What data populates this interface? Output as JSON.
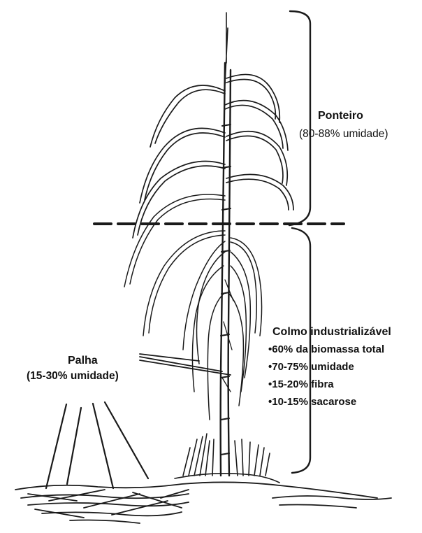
{
  "diagram": {
    "ponteiro": {
      "title": "Ponteiro",
      "subtitle": "(80-88% umidade)"
    },
    "colmo": {
      "title": "Colmo industrializável",
      "items": [
        "•60% da biomassa total",
        "•70-75%  umidade",
        "•15-20% fibra",
        "•10-15%  sacarose"
      ]
    },
    "palha": {
      "title": "Palha",
      "subtitle": "(15-30% umidade)"
    },
    "colors": {
      "ink": "#1a1a1a",
      "background": "#ffffff"
    }
  }
}
